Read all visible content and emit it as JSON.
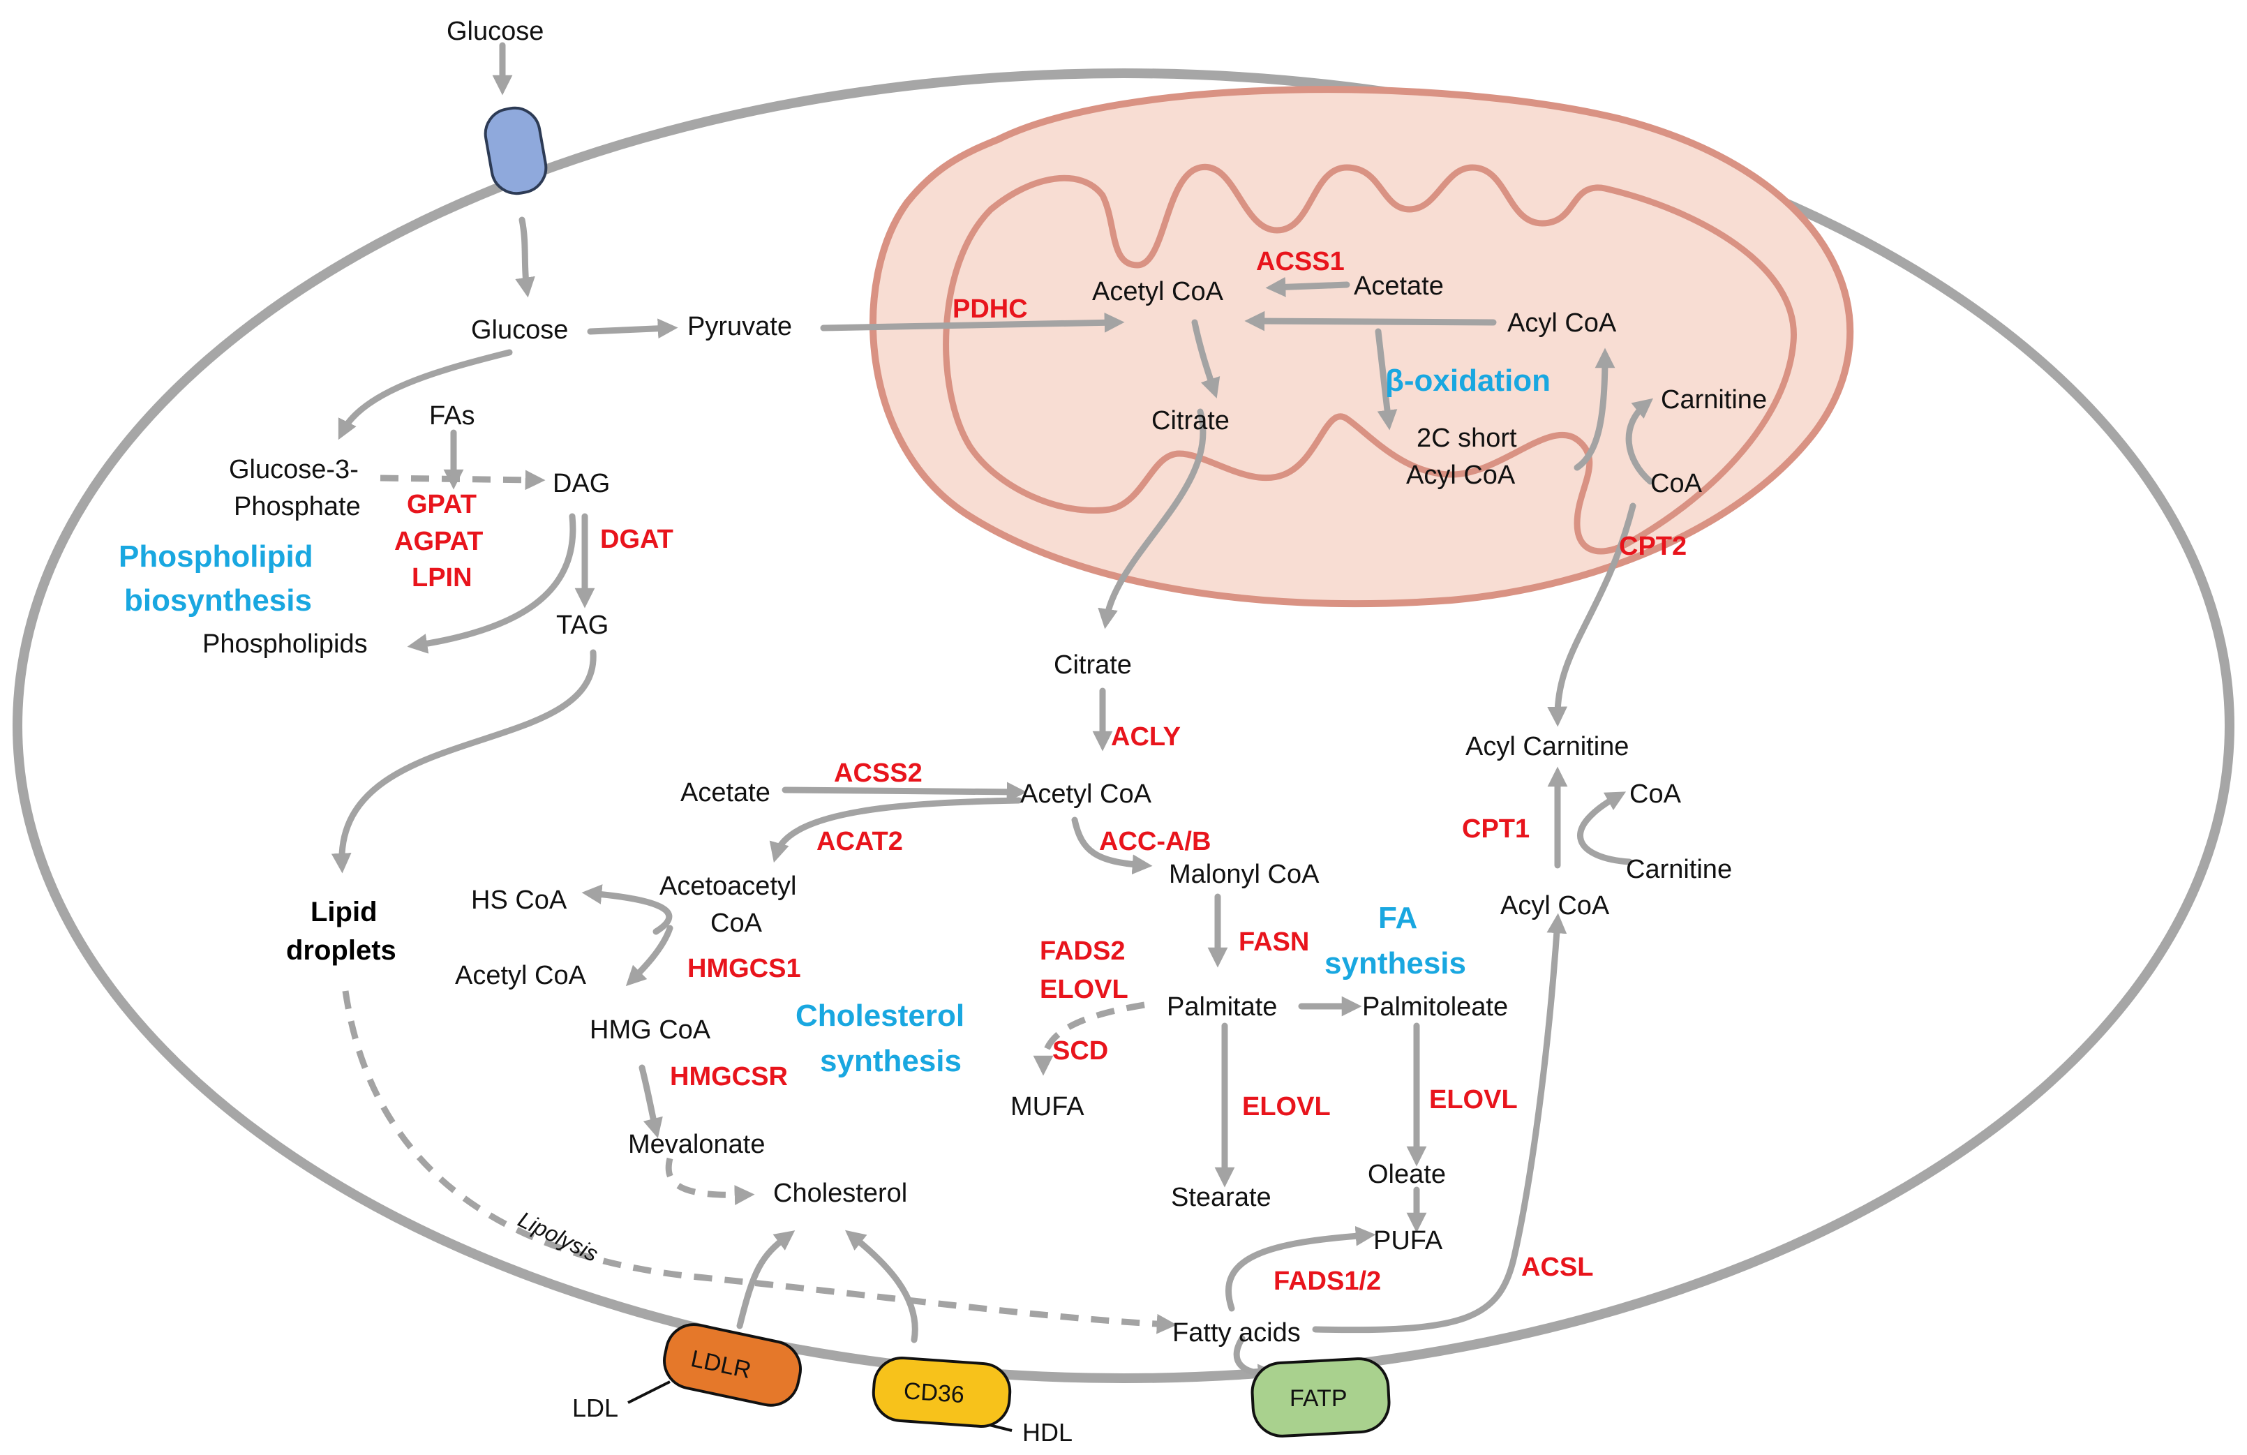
{
  "metabolites": {
    "glucose_ext": "Glucose",
    "glucose": "Glucose",
    "pyruvate": "Pyruvate",
    "acetyl_coa_mito": "Acetyl CoA",
    "acetate_mito": "Acetate",
    "acyl_coa_mito": "Acyl CoA",
    "citrate_mito": "Citrate",
    "carnitine_mito": "Carnitine",
    "short_acyl_1": "2C short",
    "short_acyl_2": "Acyl CoA",
    "coa_mito": "CoA",
    "fas": "FAs",
    "g3p_1": "Glucose-3-",
    "g3p_2": "Phosphate",
    "dag": "DAG",
    "tag": "TAG",
    "phospholipids": "Phospholipids",
    "citrate_cyto": "Citrate",
    "acetate_cyto": "Acetate",
    "acetyl_coa_cyto": "Acetyl CoA",
    "acetoacetyl_1": "Acetoacetyl",
    "acetoacetyl_2": "CoA",
    "hs_coa": "HS CoA",
    "acetyl_coa_chol": "Acetyl CoA",
    "hmg_coa": "HMG CoA",
    "mevalonate": "Mevalonate",
    "cholesterol": "Cholesterol",
    "malonyl_coa": "Malonyl CoA",
    "palmitate": "Palmitate",
    "palmitoleate": "Palmitoleate",
    "mufa": "MUFA",
    "stearate": "Stearate",
    "oleate": "Oleate",
    "pufa": "PUFA",
    "fatty_acids": "Fatty acids",
    "acyl_carnitine": "Acyl Carnitine",
    "coa_cyto": "CoA",
    "carnitine_cyto": "Carnitine",
    "acyl_coa_cyto": "Acyl CoA"
  },
  "enzymes": {
    "acss1": "ACSS1",
    "pdhc": "PDHC",
    "cpt2": "CPT2",
    "gpat": "GPAT",
    "agpat": "AGPAT",
    "lpin": "LPIN",
    "dgat": "DGAT",
    "acly": "ACLY",
    "acss2": "ACSS2",
    "acat2": "ACAT2",
    "acc": "ACC-A/B",
    "hmgcs1": "HMGCS1",
    "hmgcsr": "HMGCSR",
    "fads2": "FADS2",
    "elovl_a": "ELOVL",
    "scd": "SCD",
    "fasn": "FASN",
    "elovl_b": "ELOVL",
    "elovl_c": "ELOVL",
    "fads12": "FADS1/2",
    "cpt1": "CPT1",
    "acsl": "ACSL"
  },
  "pathways": {
    "beta_oxidation": "β-oxidation",
    "phospholipid_1": "Phospholipid",
    "phospholipid_2": "biosynthesis",
    "cholesterol_1": "Cholesterol",
    "cholesterol_2": "synthesis",
    "fa_1": "FA",
    "fa_2": "synthesis"
  },
  "other": {
    "lipid_droplets_1": "Lipid",
    "lipid_droplets_2": "droplets",
    "lipolysis": "Lipolysis",
    "ldl": "LDL",
    "hdl": "HDL"
  },
  "transporters": {
    "ldlr": "LDLR",
    "cd36": "CD36",
    "fatp": "FATP"
  },
  "colors": {
    "enzyme": "#e8141c",
    "pathway": "#19a7e0",
    "arrow": "#a3a3a3",
    "cell_membrane": "#a6a6a6",
    "mito_fill": "#f8ddd3",
    "mito_stroke": "#d99283",
    "glut_fill": "#8fa9dc",
    "ldlr_fill": "#e5782a",
    "cd36_fill": "#f7c21b",
    "fatp_fill": "#a9d18e"
  },
  "icons": [
    "glucose-transporter-icon",
    "ldlr-receptor-icon",
    "cd36-receptor-icon",
    "fatp-transporter-icon",
    "mitochondrion-icon"
  ]
}
